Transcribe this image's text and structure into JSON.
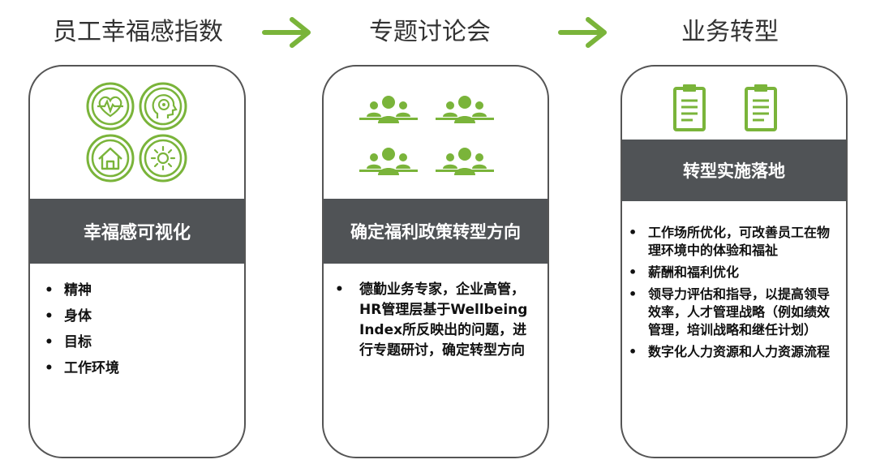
{
  "stages": [
    {
      "title": "员工幸福感指数",
      "band": "幸福感可视化",
      "bullets": [
        "精神",
        "身体",
        "目标",
        "工作环境"
      ]
    },
    {
      "title": "专题讨论会",
      "band": "确定福利政策转型方向",
      "bullets": [
        "德勤业务专家，企业高管，HR管理层基于Wellbeing Index所反映出的问题，进行专题研讨，确定转型方向"
      ]
    },
    {
      "title": "业务转型",
      "band": "转型实施落地",
      "bullets": [
        "工作场所优化，可改善员工在物理环境中的体验和福祉",
        "薪酬和福利优化",
        "领导力评估和指导，以提高领导效率，人才管理战略（例如绩效管理，培训战略和继任计划）",
        "数字化人力资源和人力资源流程"
      ]
    }
  ],
  "icons": {
    "stage1": [
      "heartbeat-icon",
      "head-target-icon",
      "home-icon",
      "sun-icon"
    ],
    "stage2": [
      "meeting-group-icon",
      "meeting-group-icon",
      "meeting-group-icon",
      "meeting-group-icon"
    ],
    "stage3": [
      "clipboard-icon",
      "clipboard-icon"
    ],
    "flow": "arrow-right-icon"
  },
  "colors": {
    "accent": "#7ab43a",
    "band": "#505356",
    "border": "#555555"
  }
}
